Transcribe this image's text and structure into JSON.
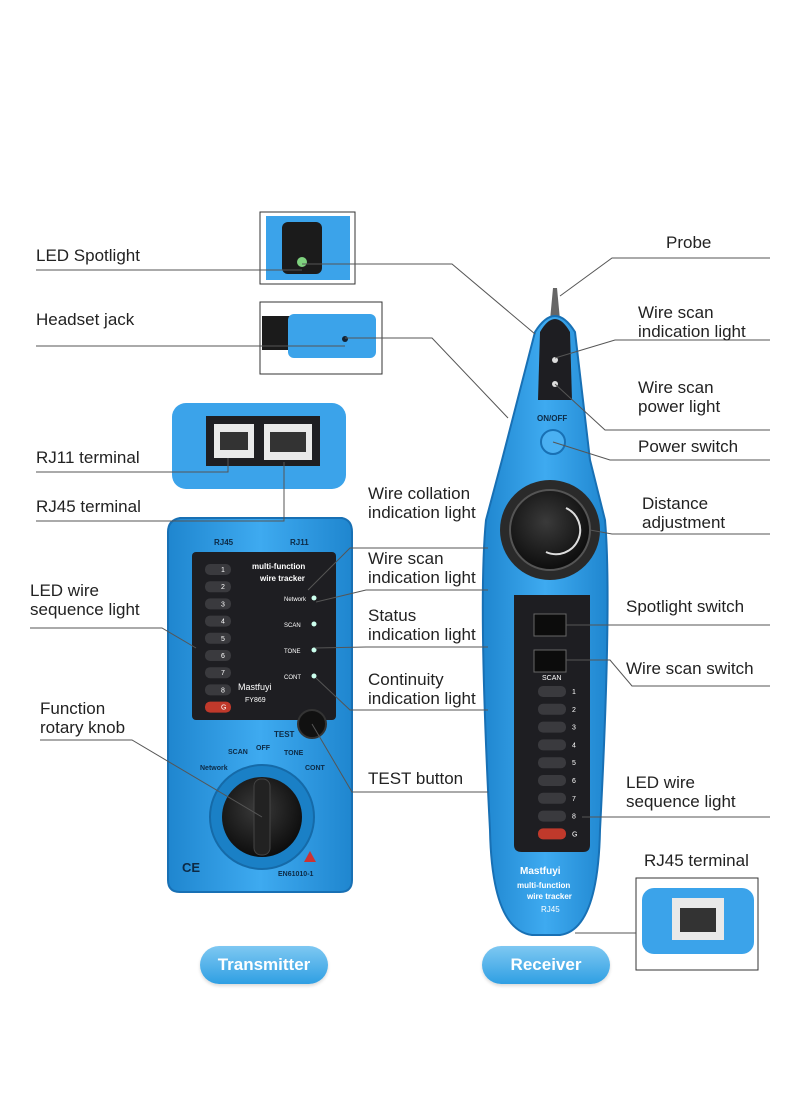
{
  "labels": {
    "led_spotlight": "LED Spotlight",
    "headset_jack": "Headset jack",
    "rj11_terminal": "RJ11 terminal",
    "rj45_terminal_left": "RJ45 terminal",
    "led_wire_seq_left": [
      "LED wire",
      "sequence light"
    ],
    "function_rotary_knob": [
      "Function",
      "rotary knob"
    ],
    "wire_collation": [
      "Wire collation",
      "indication light"
    ],
    "wire_scan_ind_left": [
      "Wire scan",
      "indication light"
    ],
    "status_ind": [
      "Status",
      "indication light"
    ],
    "continuity_ind": [
      "Continuity",
      "indication light"
    ],
    "test_button": "TEST button",
    "probe": "Probe",
    "wire_scan_ind_right": [
      "Wire scan",
      "indication light"
    ],
    "wire_scan_power": [
      "Wire scan",
      "power light"
    ],
    "power_switch": "Power switch",
    "distance_adjustment": [
      "Distance",
      "adjustment"
    ],
    "spotlight_switch": "Spotlight switch",
    "wire_scan_switch": "Wire scan switch",
    "led_wire_seq_right": [
      "LED wire",
      "sequence light"
    ],
    "rj45_terminal_right": "RJ45 terminal"
  },
  "transmitter": {
    "caption": "Transmitter",
    "port_rj45": "RJ45",
    "port_rj11": "RJ11",
    "panel_title": [
      "multi-function",
      "wire tracker"
    ],
    "led_numbers": [
      "1",
      "2",
      "3",
      "4",
      "5",
      "6",
      "7",
      "8",
      "G"
    ],
    "indicators": [
      "Network",
      "SCAN",
      "TONE",
      "CONT"
    ],
    "brand": "Mastfuyi",
    "model": "FY869",
    "test_label": "TEST",
    "dial_labels": {
      "network": "Network",
      "scan": "SCAN",
      "off": "OFF",
      "tone": "TONE",
      "cont": "CONT"
    },
    "ce": "CE",
    "standard": "EN61010-1"
  },
  "receiver": {
    "caption": "Receiver",
    "on_off": "ON/OFF",
    "scan_label": "SCAN",
    "led_numbers": [
      "1",
      "2",
      "3",
      "4",
      "5",
      "6",
      "7",
      "8",
      "G"
    ],
    "brand": "Mastfuyi",
    "panel_title": [
      "multi-function",
      "wire tracker"
    ],
    "port": "RJ45"
  },
  "colors": {
    "device_blue": "#2d9be0",
    "panel_dark": "#1e1e22",
    "line": "#555555"
  }
}
